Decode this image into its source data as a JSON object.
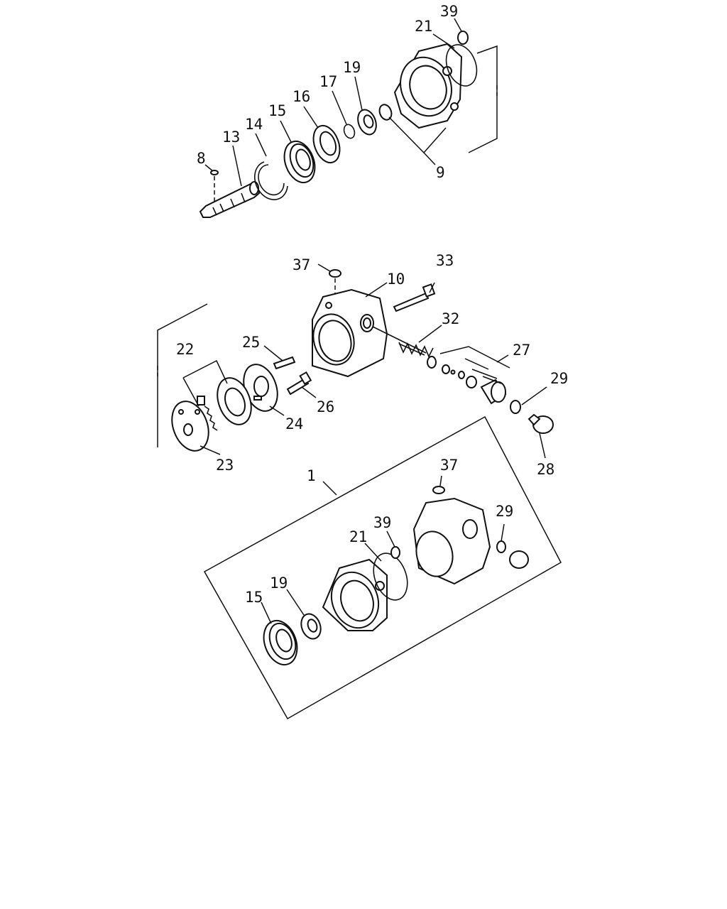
{
  "callouts": {
    "c39_top": "39",
    "c21_top": "21",
    "c19_top": "19",
    "c17": "17",
    "c16": "16",
    "c15_top": "15",
    "c14": "14",
    "c13": "13",
    "c8": "8",
    "c9": "9",
    "c37_mid": "37",
    "c33": "33",
    "c10": "10",
    "c32": "32",
    "c27": "27",
    "c29_mid": "29",
    "c25": "25",
    "c22": "22",
    "c26": "26",
    "c24": "24",
    "c23": "23",
    "c28": "28",
    "c1": "1",
    "c37_bot": "37",
    "c39_bot": "39",
    "c21_bot": "21",
    "c29_bot": "29",
    "c15_bot": "15",
    "c19_bot": "19"
  }
}
